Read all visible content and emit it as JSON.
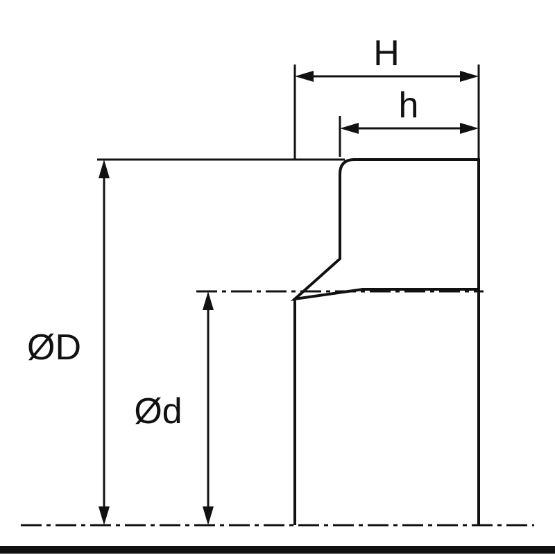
{
  "drawing": {
    "type": "seal-cross-section-dimension-diagram",
    "labels": {
      "H": "H",
      "h": "h",
      "OD": "ØD",
      "Od": "Ød"
    },
    "colors": {
      "line": "#111111",
      "background": "#ffffff",
      "hatch_fill": "#000000",
      "hatch_gap": "#ffffff"
    }
  }
}
